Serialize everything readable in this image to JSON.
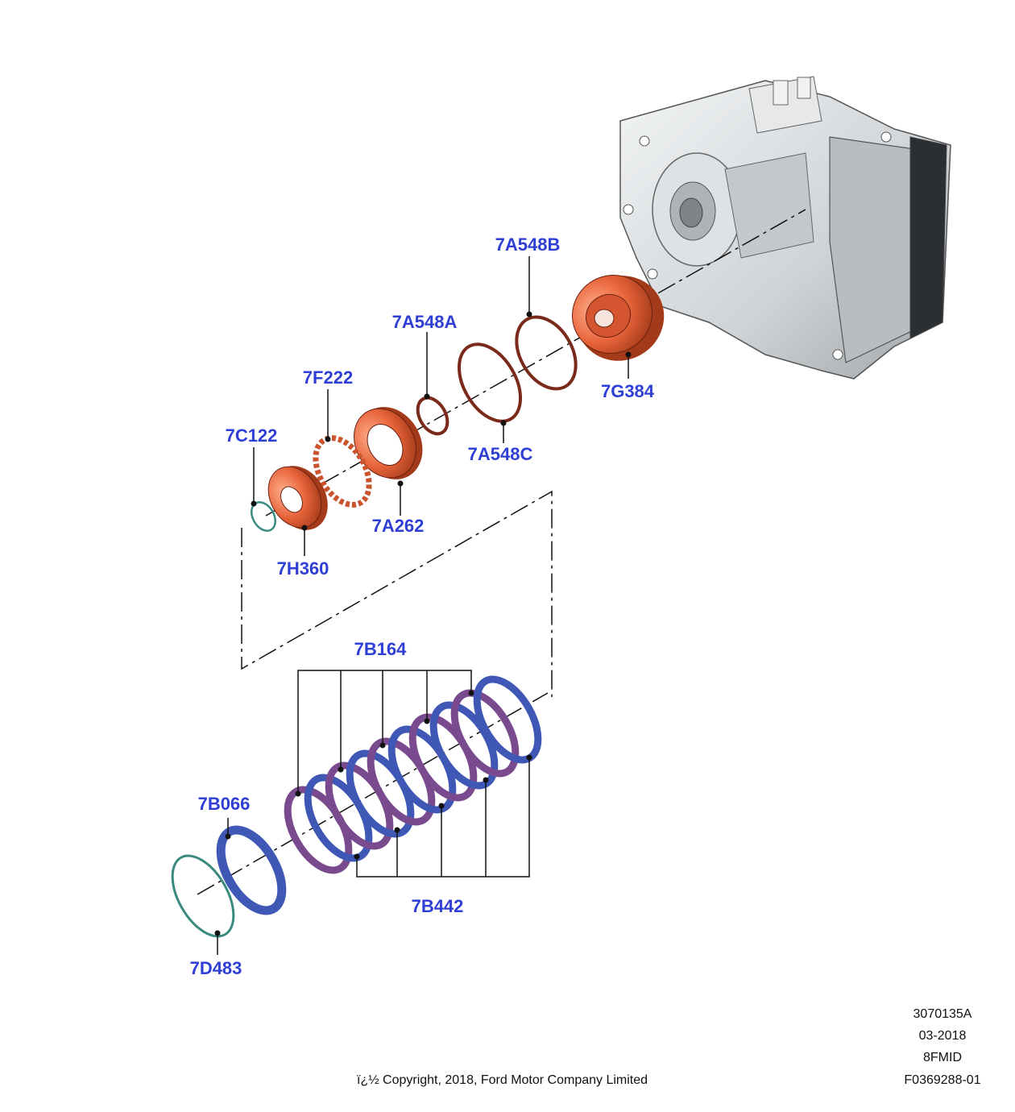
{
  "labels": {
    "7A548B": "7A548B",
    "7A548A": "7A548A",
    "7F222": "7F222",
    "7G384": "7G384",
    "7C122": "7C122",
    "7A548C": "7A548C",
    "7A262": "7A262",
    "7H360": "7H360",
    "7B164": "7B164",
    "7B066": "7B066",
    "7B442": "7B442",
    "7D483": "7D483"
  },
  "footer": {
    "ref1": "3070135A",
    "date": "03-2018",
    "code": "8FMID",
    "figure": "F0369288-01",
    "copyright": "ï¿½ Copyright, 2018, Ford Motor Company Limited"
  },
  "colors": {
    "label": "#2f3fd6",
    "orange_part": "#e8643a",
    "seal_brown": "#7a2a1a",
    "blue_plate": "#3f57b5",
    "purple_plate": "#7a4a8f",
    "teal_seal": "#3a8a80",
    "case_gray": "#cfd3d6"
  }
}
